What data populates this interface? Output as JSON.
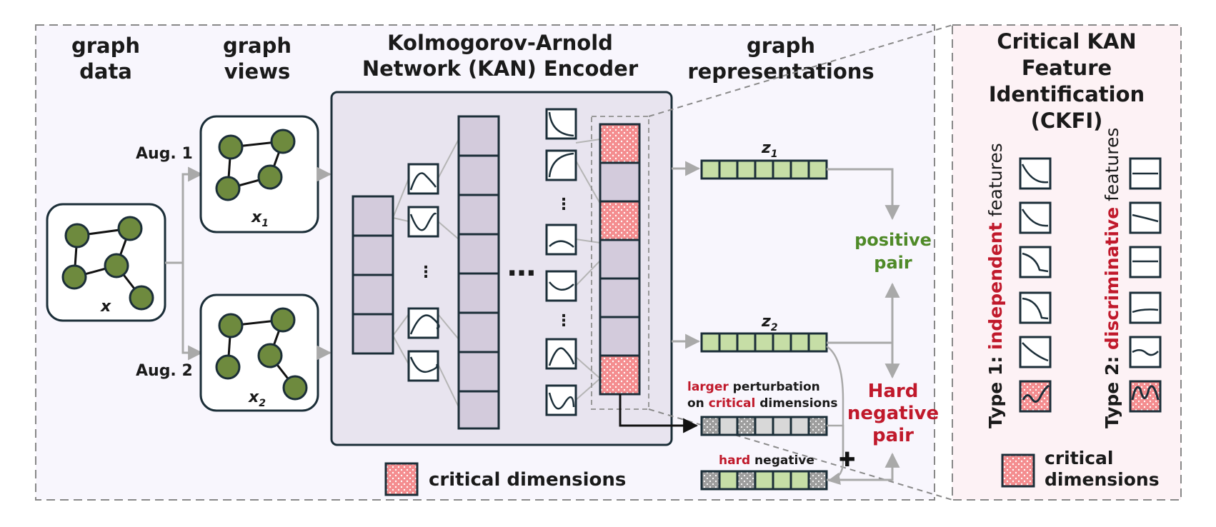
{
  "headers": {
    "graph_data": [
      "graph",
      "data"
    ],
    "graph_views": [
      "graph",
      "views"
    ],
    "kan_encoder": [
      "Kolmogorov-Arnold",
      "Network (KAN) Encoder"
    ],
    "graph_representations": [
      "graph",
      "representations"
    ],
    "ckfi": [
      "Critical KAN",
      "Feature",
      "Identification",
      "(CKFI)"
    ]
  },
  "labels": {
    "aug1": "Aug. 1",
    "aug2": "Aug. 2",
    "x": "x",
    "x1_base": "x",
    "x1_sub": "1",
    "x2_base": "x",
    "x2_sub": "2",
    "z1_base": "z",
    "z1_sub": "1",
    "z2_base": "z",
    "z2_sub": "2",
    "dots": "…",
    "vdots": "⋮"
  },
  "pairs": {
    "positive": [
      "positive",
      "pair"
    ],
    "hard_negative": [
      "Hard",
      "negative",
      "pair"
    ]
  },
  "perturbation": {
    "line1_red": "larger",
    "line1_rest": " perturbation",
    "line2_pre": "on ",
    "line2_red": "critical",
    "line2_rest": " dimensions"
  },
  "hard_negative_label": {
    "red": "hard",
    "rest": " negative"
  },
  "plus_sign": "✚",
  "legend": {
    "critical_dimensions": "critical dimensions",
    "ckfi_critical": [
      "critical",
      "dimensions"
    ]
  },
  "type1": {
    "pre": "Type 1: ",
    "red": "independent",
    "post": " features"
  },
  "type2": {
    "pre": "Type 2: ",
    "red": "discriminative",
    "post": " features"
  },
  "colors": {
    "node": "#6e8a3e",
    "kan_cell": "#d3cbdc",
    "critical": "#f48d8f",
    "rep_cell": "#c6dea6",
    "perturb_cell": "#bdbdbd",
    "accent_red": "#c0192b",
    "accent_green": "#4f8a28",
    "panel_bg": "#f8f6fd",
    "ckfi_bg": "#fdf2f5"
  }
}
